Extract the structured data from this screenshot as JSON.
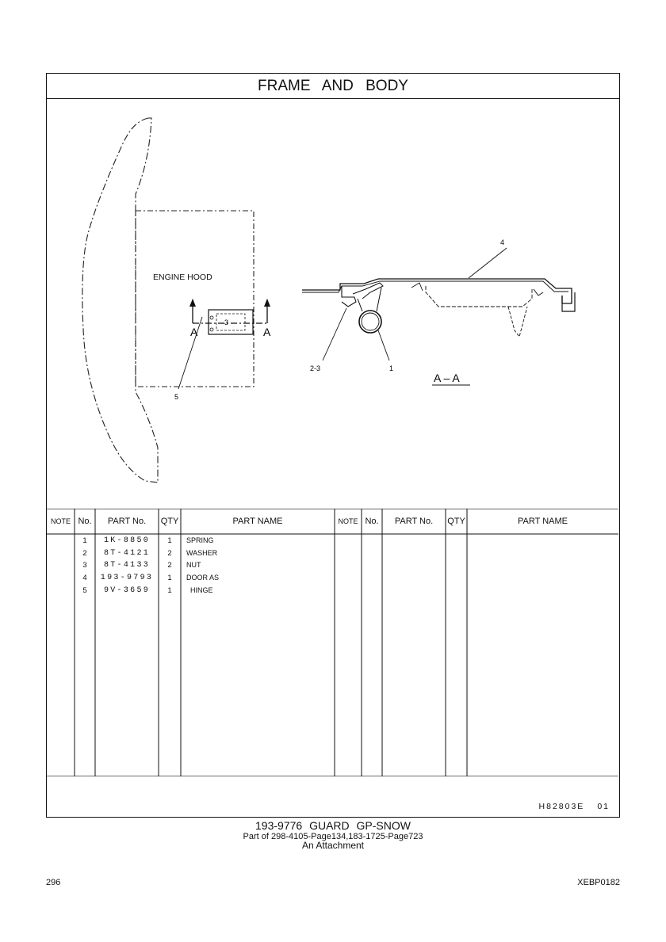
{
  "header": {
    "title": "FRAME AND BODY"
  },
  "diagram": {
    "engine_hood_label": "ENGINE HOOD",
    "section_marker": "A",
    "section_view_label": "A – A",
    "callouts": {
      "c1": "1",
      "c23": "2-3",
      "c4": "4",
      "c5": "5",
      "c3": "3"
    }
  },
  "table": {
    "headers": {
      "note": "NOTE",
      "no": "No.",
      "part_no": "PART No.",
      "qty": "QTY",
      "part_name": "PART NAME"
    },
    "rows": [
      {
        "no": "1",
        "part_no": "1K-8850",
        "qty": "1",
        "name": "SPRING"
      },
      {
        "no": "2",
        "part_no": "8T-4121",
        "qty": "2",
        "name": "WASHER"
      },
      {
        "no": "3",
        "part_no": "8T-4133",
        "qty": "2",
        "name": "NUT"
      },
      {
        "no": "4",
        "part_no": "193-9793",
        "qty": "1",
        "name": "DOOR AS"
      },
      {
        "no": "5",
        "part_no": "9V-3659",
        "qty": "1",
        "name": "  HINGE"
      }
    ]
  },
  "drawing": {
    "number": "H82803E",
    "revision": "01"
  },
  "footer": {
    "main": "193-9776 GUARD GP-SNOW",
    "part_of": "Part of 298-4105-Page134,183-1725-Page723",
    "type": "An Attachment",
    "page_number": "296",
    "doc_id": "XEBP0182"
  }
}
